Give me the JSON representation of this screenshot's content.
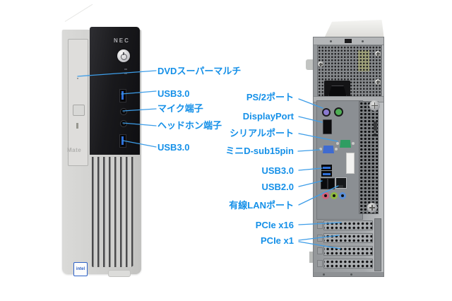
{
  "front_unit": {
    "brand_logo": "NEC",
    "series_label": "Mate",
    "cpu_badge": "intel",
    "annotations": [
      {
        "id": "dvd-super-multi",
        "text": "DVDスーパーマルチ"
      },
      {
        "id": "usb3-top",
        "text": "USB3.0"
      },
      {
        "id": "mic-jack",
        "text": "マイク端子"
      },
      {
        "id": "headphone-jack",
        "text": "ヘッドホン端子"
      },
      {
        "id": "usb3-bottom",
        "text": "USB3.0"
      }
    ]
  },
  "rear_unit": {
    "annotations": [
      {
        "id": "ps2-port",
        "text": "PS/2ポート"
      },
      {
        "id": "displayport",
        "text": "DisplayPort"
      },
      {
        "id": "serial-port",
        "text": "シリアルポート"
      },
      {
        "id": "mini-dsub15pin",
        "text": "ミニD-sub15pin"
      },
      {
        "id": "usb3",
        "text": "USB3.0"
      },
      {
        "id": "usb2",
        "text": "USB2.0"
      },
      {
        "id": "wired-lan",
        "text": "有線LANポート"
      },
      {
        "id": "pcie-x16",
        "text": "PCIe x16"
      },
      {
        "id": "pcie-x1",
        "text": "PCIe x1"
      }
    ]
  },
  "colors": {
    "annotation_text": "#1590e8",
    "leader_line": "#3d9de8",
    "ps2_keyboard_purple": "#8a7ad0",
    "ps2_mouse_green": "#4fae54",
    "vga_blue": "#3f6bd0",
    "serial_green": "#2f9d62",
    "usb3_blue": "#2f6fd8",
    "audio_mic_pink": "#d4607a",
    "audio_lineout_green": "#8fba3f",
    "audio_linein_blue": "#5b8fd8",
    "intel_badge_blue": "#2e62c8"
  }
}
